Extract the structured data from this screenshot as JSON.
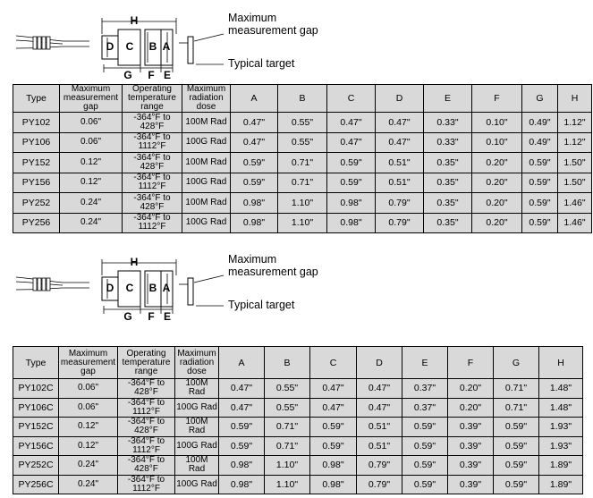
{
  "diagram_labels": {
    "max_gap_line1": "Maximum",
    "max_gap_line2": "measurement gap",
    "typical_target": "Typical target",
    "H": "H",
    "D": "D",
    "C": "C",
    "B": "B",
    "A": "A",
    "G": "G",
    "F": "F",
    "E": "E"
  },
  "table1": {
    "headers": [
      "Type",
      "Maximum measurement gap",
      "Operating temperature range",
      "Maximum radiation dose",
      "A",
      "B",
      "C",
      "D",
      "E",
      "F",
      "G",
      "H"
    ],
    "rows": [
      [
        "PY102",
        "0.06\"",
        "-364°F to 428°F",
        "100M Rad",
        "0.47\"",
        "0.55\"",
        "0.47\"",
        "0.47\"",
        "0.33\"",
        "0.10\"",
        "0.49\"",
        "1.12\""
      ],
      [
        "PY106",
        "0.06\"",
        "-364°F to 1112°F",
        "100G Rad",
        "0.47\"",
        "0.55\"",
        "0.47\"",
        "0.47\"",
        "0.33\"",
        "0.10\"",
        "0.49\"",
        "1.12\""
      ],
      [
        "PY152",
        "0.12\"",
        "-364°F to 428°F",
        "100M Rad",
        "0.59\"",
        "0.71\"",
        "0.59\"",
        "0.51\"",
        "0.35\"",
        "0.20\"",
        "0.59\"",
        "1.50\""
      ],
      [
        "PY156",
        "0.12\"",
        "-364°F to 1112°F",
        "100G Rad",
        "0.59\"",
        "0.71\"",
        "0.59\"",
        "0.51\"",
        "0.35\"",
        "0.20\"",
        "0.59\"",
        "1.50\""
      ],
      [
        "PY252",
        "0.24\"",
        "-364°F to 428°F",
        "100M Rad",
        "0.98\"",
        "1.10\"",
        "0.98\"",
        "0.79\"",
        "0.35\"",
        "0.20\"",
        "0.59\"",
        "1.46\""
      ],
      [
        "PY256",
        "0.24\"",
        "-364°F to 1112°F",
        "100G Rad",
        "0.98\"",
        "1.10\"",
        "0.98\"",
        "0.79\"",
        "0.35\"",
        "0.20\"",
        "0.59\"",
        "1.46\""
      ]
    ]
  },
  "table2": {
    "headers": [
      "Type",
      "Maximum measurement gap",
      "Operating temperature range",
      "Maximum radiation dose",
      "A",
      "B",
      "C",
      "D",
      "E",
      "F",
      "G",
      "H"
    ],
    "rows": [
      [
        "PY102C",
        "0.06\"",
        "-364°F to 428°F",
        "100M Rad",
        "0.47\"",
        "0.55\"",
        "0.47\"",
        "0.47\"",
        "0.37\"",
        "0.20\"",
        "0.71\"",
        "1.48\""
      ],
      [
        "PY106C",
        "0.06\"",
        "-364°F to 1112°F",
        "100G Rad",
        "0.47\"",
        "0.55\"",
        "0.47\"",
        "0.47\"",
        "0.37\"",
        "0.20\"",
        "0.71\"",
        "1.48\""
      ],
      [
        "PY152C",
        "0.12\"",
        "-364°F to 428°F",
        "100M Rad",
        "0.59\"",
        "0.71\"",
        "0.59\"",
        "0.51\"",
        "0.59\"",
        "0.39\"",
        "0.59\"",
        "1.93\""
      ],
      [
        "PY156C",
        "0.12\"",
        "-364°F to 1112°F",
        "100G Rad",
        "0.59\"",
        "0.71\"",
        "0.59\"",
        "0.51\"",
        "0.59\"",
        "0.39\"",
        "0.59\"",
        "1.93\""
      ],
      [
        "PY252C",
        "0.24\"",
        "-364°F to 428°F",
        "100M Rad",
        "0.98\"",
        "1.10\"",
        "0.98\"",
        "0.79\"",
        "0.59\"",
        "0.39\"",
        "0.59\"",
        "1.89\""
      ],
      [
        "PY256C",
        "0.24\"",
        "-364°F to 1112°F",
        "100G Rad",
        "0.98\"",
        "1.10\"",
        "0.98\"",
        "0.79\"",
        "0.59\"",
        "0.39\"",
        "0.59\"",
        "1.89\""
      ]
    ]
  },
  "colors": {
    "cell_fill": "#d9d9d9",
    "line": "#000000"
  }
}
